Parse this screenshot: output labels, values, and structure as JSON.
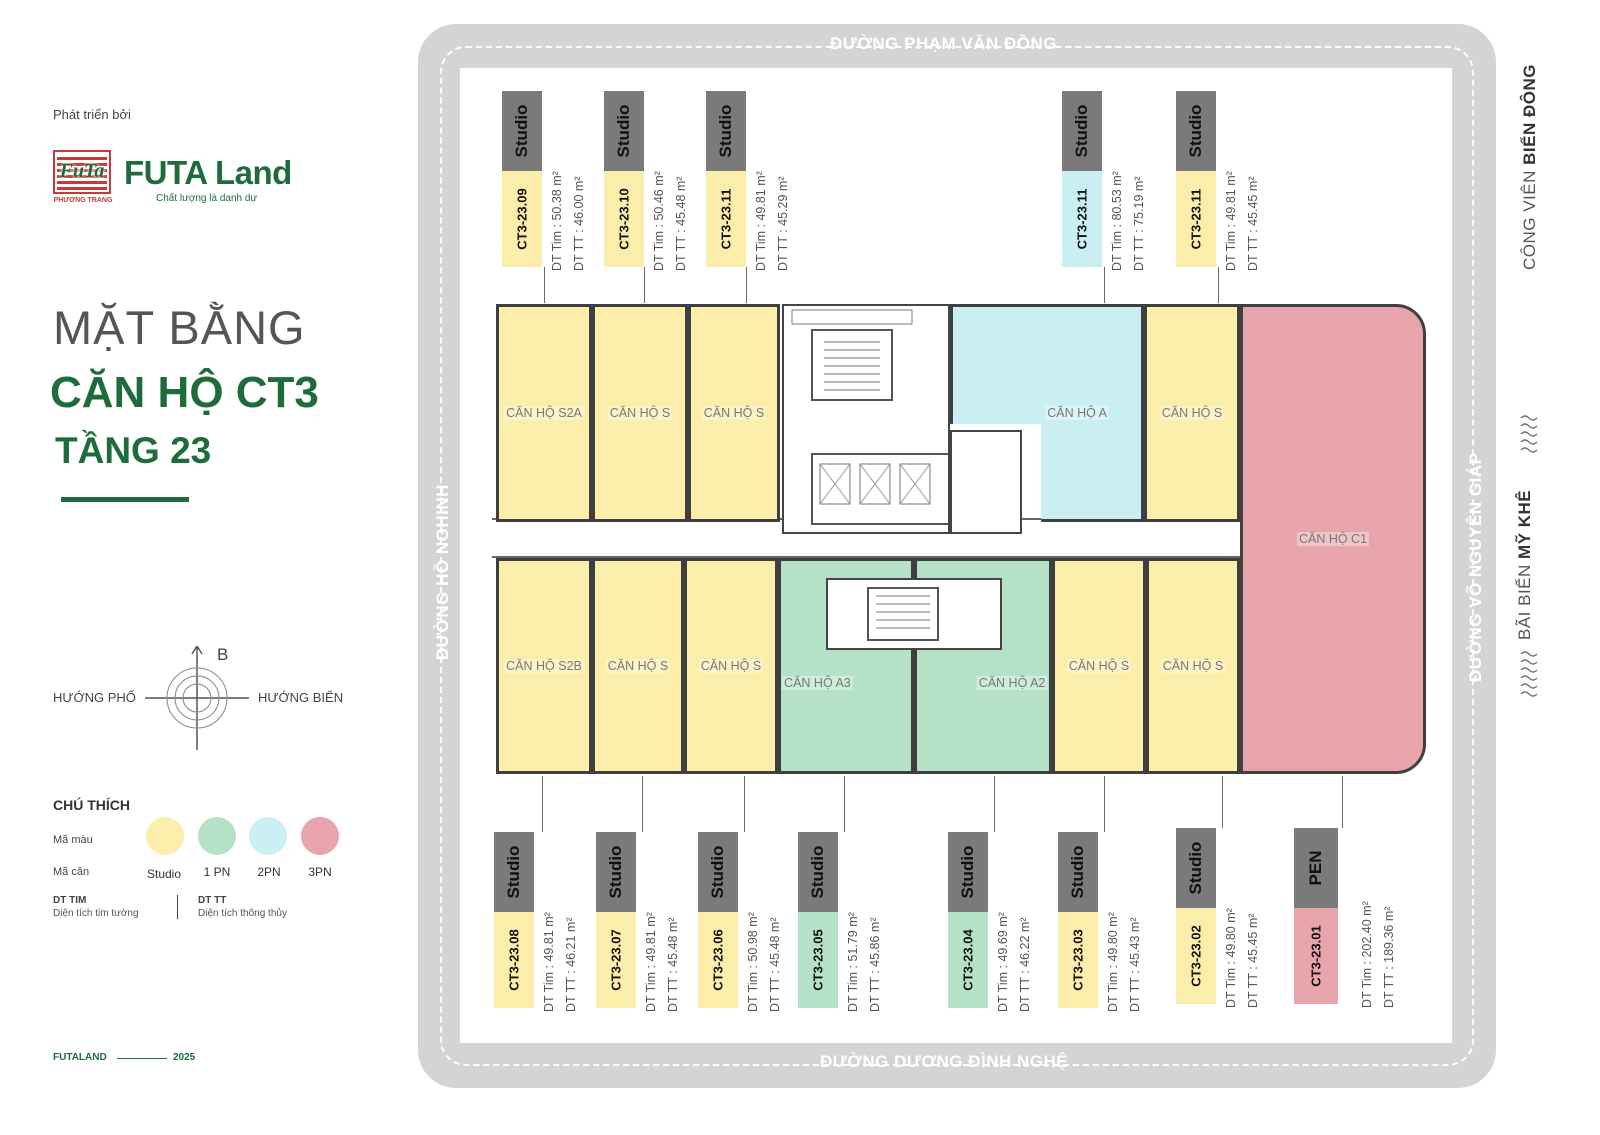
{
  "header": {
    "developer_label": "Phát triển bởi",
    "logo_monogram": "FuTa",
    "logo_sub": "PHƯƠNG TRANG",
    "brand_name": "FUTA Land",
    "brand_tagline": "Chất lượng là danh dự"
  },
  "title": {
    "line1": "MẶT BẰNG",
    "line2": "CĂN HỘ CT3",
    "line3": "TẦNG 23"
  },
  "compass": {
    "north": "B",
    "left": "HƯỚNG PHỐ",
    "right": "HƯỚNG BIỂN"
  },
  "legend": {
    "title": "CHÚ THÍCH",
    "color_label": "Mã màu",
    "code_label": "Mã căn",
    "items": [
      {
        "name": "Studio",
        "color": "#fbeeaa"
      },
      {
        "name": "1 PN",
        "color": "#b5e2c6"
      },
      {
        "name": "2PN",
        "color": "#c9eff2"
      },
      {
        "name": "3PN",
        "color": "#e8a4ab"
      }
    ],
    "dt_tim_title": "DT TIM",
    "dt_tim_desc": "Diện tích tim tường",
    "dt_tt_title": "DT TT",
    "dt_tt_desc": "Diện tích thông thủy"
  },
  "footer": {
    "brand": "FUTALAND",
    "year": "2025"
  },
  "roads": {
    "top": "ĐƯỜNG PHẠM VĂN ĐỒNG",
    "bottom": "ĐƯỜNG DƯƠNG ĐÌNH NGHỆ",
    "left": "ĐƯỜNG HỒ NGHINH",
    "right": "ĐƯỜNG VÕ NGUYÊN GIÁP"
  },
  "side_labels": {
    "park_prefix": "CÔNG VIÊN ",
    "park_bold": "BIỂN ĐÔNG",
    "beach_prefix": "BÃI BIỂN ",
    "beach_bold": "MỸ KHÊ"
  },
  "colors": {
    "studio": "#fbeeaa",
    "one_bed": "#b5e2c6",
    "two_bed": "#c9eff2",
    "three_bed": "#e8a4ab",
    "brand_green": "#1e6b3c"
  },
  "units_top": [
    {
      "type": "Studio",
      "code": "CT3-23.09",
      "dt_tim": "DT Tim    :  50.38 m²",
      "dt_tt": "DT TT      :  46.00 m²",
      "color": "#fbeeaa"
    },
    {
      "type": "Studio",
      "code": "CT3-23.10",
      "dt_tim": "DT Tim    :  50.46 m²",
      "dt_tt": "DT TT      :  45.48 m²",
      "color": "#fbeeaa"
    },
    {
      "type": "Studio",
      "code": "CT3-23.11",
      "dt_tim": "DT Tim    :  49.81 m²",
      "dt_tt": "DT TT      :  45.29 m²",
      "color": "#fbeeaa"
    },
    {
      "type": "Studio",
      "code": "CT3-23.11",
      "dt_tim": "DT Tim    :  80.53 m²",
      "dt_tt": "DT TT      :  75.19 m²",
      "color": "#c9eff2"
    },
    {
      "type": "Studio",
      "code": "CT3-23.11",
      "dt_tim": "DT Tim    :  49.81 m²",
      "dt_tt": "DT TT      :  45.45 m²",
      "color": "#fbeeaa"
    }
  ],
  "units_bottom": [
    {
      "type": "Studio",
      "code": "CT3-23.08",
      "dt_tim": "DT Tim    :  49.81 m²",
      "dt_tt": "DT TT      :  46.21 m²",
      "color": "#fbeeaa"
    },
    {
      "type": "Studio",
      "code": "CT3-23.07",
      "dt_tim": "DT Tim    :  49.81 m²",
      "dt_tt": "DT TT      :  45.48 m²",
      "color": "#fbeeaa"
    },
    {
      "type": "Studio",
      "code": "CT3-23.06",
      "dt_tim": "DT Tim    :  50.98 m²",
      "dt_tt": "DT TT      :  45.48 m²",
      "color": "#fbeeaa"
    },
    {
      "type": "Studio",
      "code": "CT3-23.05",
      "dt_tim": "DT Tim    :  51.79 m²",
      "dt_tt": "DT TT      :  45.86 m²",
      "color": "#b5e2c6"
    },
    {
      "type": "Studio",
      "code": "CT3-23.04",
      "dt_tim": "DT Tim    :  49.69 m²",
      "dt_tt": "DT TT      :  46.22 m²",
      "color": "#b5e2c6"
    },
    {
      "type": "Studio",
      "code": "CT3-23.03",
      "dt_tim": "DT Tim    :  49.80 m²",
      "dt_tt": "DT TT      :  45.43 m²",
      "color": "#fbeeaa"
    },
    {
      "type": "Studio",
      "code": "CT3-23.02",
      "dt_tim": "DT Tim    :  49.80 m²",
      "dt_tt": "DT TT      :  45.45 m²",
      "color": "#fbeeaa"
    },
    {
      "type": "PEN",
      "code": "CT3-23.01",
      "dt_tim": "DT Tim    :  202.40 m²",
      "dt_tt": "DT TT      :  189.36 m²",
      "color": "#e8a4ab"
    }
  ],
  "plan_units": [
    {
      "label": "CĂN HỘ S2A",
      "color": "#fbeeaa"
    },
    {
      "label": "CĂN HỘ S",
      "color": "#fbeeaa"
    },
    {
      "label": "CĂN HỘ S",
      "color": "#fbeeaa"
    },
    {
      "label": "CĂN HỘ A",
      "color": "#c9eff2"
    },
    {
      "label": "CĂN HỘ S",
      "color": "#fbeeaa"
    },
    {
      "label": "CĂN HỘ C1",
      "color": "#e8a4ab"
    },
    {
      "label": "CĂN HỘ S2B",
      "color": "#fbeeaa"
    },
    {
      "label": "CĂN HỘ S",
      "color": "#fbeeaa"
    },
    {
      "label": "CĂN HỘ S",
      "color": "#fbeeaa"
    },
    {
      "label": "CĂN HỘ A3",
      "color": "#b5e2c6"
    },
    {
      "label": "CĂN HỘ A2",
      "color": "#b5e2c6"
    },
    {
      "label": "CĂN HỘ S",
      "color": "#fbeeaa"
    },
    {
      "label": "CĂN HỘ S",
      "color": "#fbeeaa"
    }
  ]
}
